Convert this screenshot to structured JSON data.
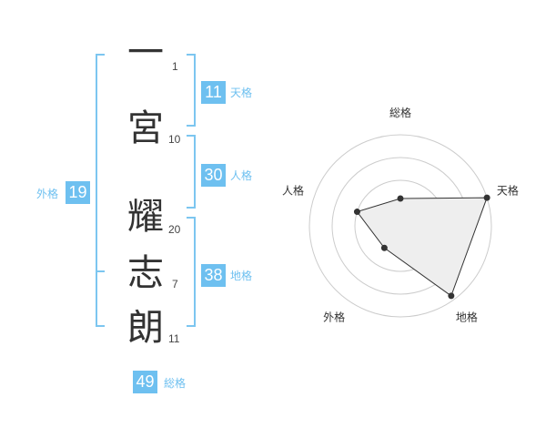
{
  "name": {
    "chars": [
      {
        "char": "一",
        "strokes": "1"
      },
      {
        "char": "宮",
        "strokes": "10"
      },
      {
        "char": "耀",
        "strokes": "20"
      },
      {
        "char": "志",
        "strokes": "7"
      },
      {
        "char": "朗",
        "strokes": "11"
      }
    ]
  },
  "fortunes": {
    "tenkaku": {
      "value": "11",
      "label": "天格"
    },
    "jinkaku": {
      "value": "30",
      "label": "人格"
    },
    "chikaku": {
      "value": "38",
      "label": "地格"
    },
    "gaikaku": {
      "value": "19",
      "label": "外格"
    },
    "soukaku": {
      "value": "49",
      "label": "総格"
    }
  },
  "colors": {
    "accent": "#7cc6f0",
    "badge": "#6ec0f0",
    "radar_fill": "#eeeeee",
    "radar_line": "#333333",
    "ring": "#cccccc"
  },
  "chart_data": {
    "type": "radar",
    "axes": [
      "総格",
      "天格",
      "地格",
      "外格",
      "人格"
    ],
    "values": [
      0.3,
      1.0,
      0.95,
      0.3,
      0.5
    ],
    "rings": 4
  }
}
